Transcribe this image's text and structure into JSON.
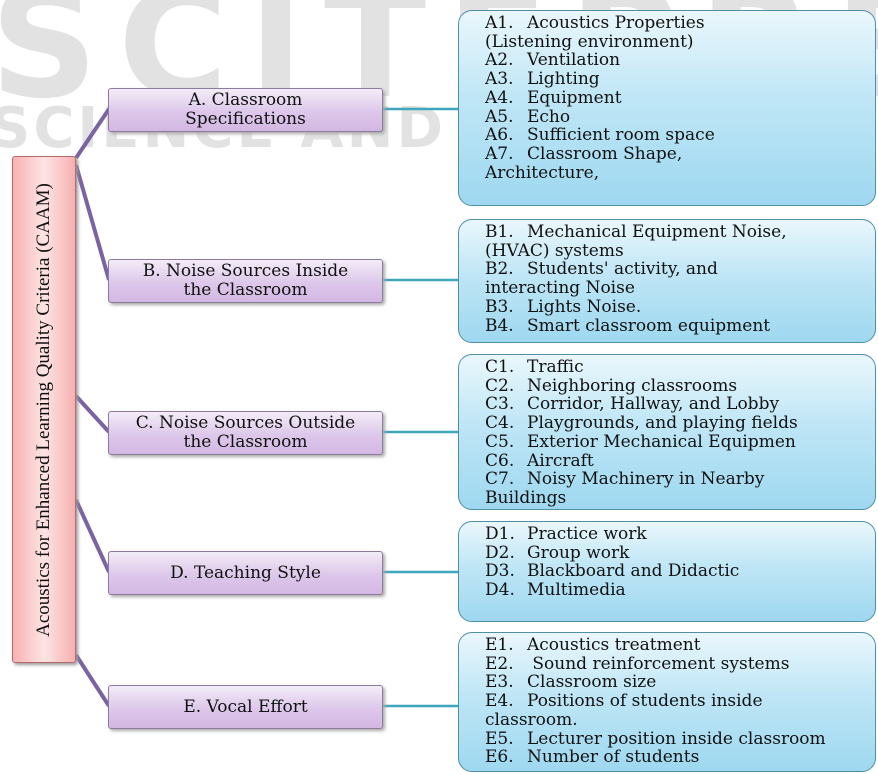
{
  "colors": {
    "root_fill": "#f7b2b2",
    "category_fill": "#ddc7ea",
    "detail_fill": "#bfe6f6",
    "connector_purple": "#7a63a3",
    "connector_teal": "#3ea6bd"
  },
  "watermark": {
    "line1": "SCITEPRESS",
    "line2": "SCIENCE AND TECHNOLOGY PUBLICATIONS"
  },
  "root": {
    "label": "Acoustics for Enhanced Learning Quality Criteria (CAAM)"
  },
  "categories": [
    {
      "label": [
        "A. Classroom",
        "Specifications"
      ],
      "items": [
        {
          "code": "A1.",
          "text": "Acoustics Properties",
          "cont": "(Listening environment)"
        },
        {
          "code": "A2.",
          "text": "Ventilation"
        },
        {
          "code": "A3.",
          "text": "Lighting"
        },
        {
          "code": "A4.",
          "text": "Equipment"
        },
        {
          "code": "A5.",
          "text": "Echo"
        },
        {
          "code": "A6.",
          "text": "Sufficient room space"
        },
        {
          "code": "A7.",
          "text": "Classroom Shape,",
          "cont": "Architecture,"
        }
      ]
    },
    {
      "label": [
        "B. Noise Sources Inside",
        "the Classroom"
      ],
      "items": [
        {
          "code": "B1.",
          "text": "Mechanical Equipment Noise,",
          "cont": "(HVAC) systems"
        },
        {
          "code": "B2.",
          "text": "Students' activity, and",
          "cont": "interacting  Noise"
        },
        {
          "code": "B3.",
          "text": "Lights Noise."
        },
        {
          "code": "B4.",
          "text": "Smart classroom equipment"
        }
      ]
    },
    {
      "label": [
        "C. Noise Sources Outside",
        "the Classroom"
      ],
      "items": [
        {
          "code": "C1.",
          "text": "Traffic"
        },
        {
          "code": "C2.",
          "text": "Neighboring classrooms"
        },
        {
          "code": "C3.",
          "text": "Corridor, Hallway, and Lobby"
        },
        {
          "code": "C4.",
          "text": "Playgrounds, and playing fields"
        },
        {
          "code": "C5.",
          "text": "Exterior Mechanical Equipmen"
        },
        {
          "code": "C6.",
          "text": "Aircraft"
        },
        {
          "code": "C7.",
          "text": "Noisy Machinery in Nearby",
          "cont": "Buildings"
        }
      ]
    },
    {
      "label": [
        "D. Teaching Style"
      ],
      "items": [
        {
          "code": "D1.",
          "text": "Practice work"
        },
        {
          "code": "D2.",
          "text": "Group work"
        },
        {
          "code": "D3.",
          "text": "Blackboard and Didactic"
        },
        {
          "code": "D4.",
          "text": "Multimedia"
        }
      ]
    },
    {
      "label": [
        "E. Vocal Effort"
      ],
      "items": [
        {
          "code": "E1.",
          "text": "Acoustics treatment"
        },
        {
          "code": "E2.",
          "text": " Sound reinforcement systems"
        },
        {
          "code": "E3.",
          "text": "Classroom size"
        },
        {
          "code": "E4.",
          "text": "Positions of students inside",
          "cont": "classroom."
        },
        {
          "code": "E5.",
          "text": "Lecturer position inside classroom"
        },
        {
          "code": "E6.",
          "text": "Number of students"
        }
      ]
    }
  ]
}
